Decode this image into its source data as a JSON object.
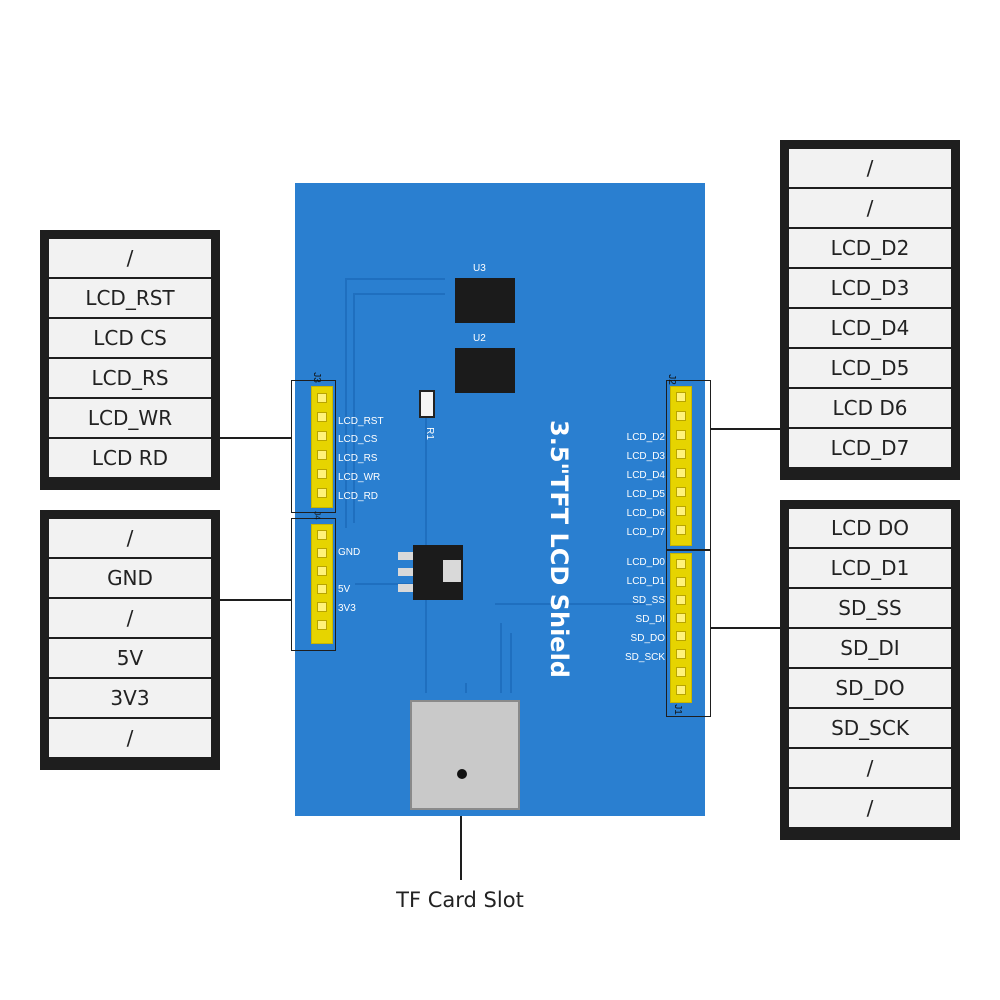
{
  "left_top_box": [
    "/",
    "LCD_RST",
    "LCD CS",
    "LCD_RS",
    "LCD_WR",
    "LCD RD"
  ],
  "left_bottom_box": [
    "/",
    "GND",
    "/",
    "5V",
    "3V3",
    "/"
  ],
  "right_top_box": [
    "/",
    "/",
    "LCD_D2",
    "LCD_D3",
    "LCD_D4",
    "LCD_D5",
    "LCD D6",
    "LCD_D7"
  ],
  "right_bottom_box": [
    "LCD DO",
    "LCD_D1",
    "SD_SS",
    "SD_DI",
    "SD_DO",
    "SD_SCK",
    "/",
    "/"
  ],
  "board": {
    "title": "3.5\"TFT LCD Shield",
    "u3": "U3",
    "u2": "U2",
    "r1": "R1",
    "j3": "J3",
    "j2": "J2",
    "j1": "J1",
    "j4": "J4",
    "j3_labels": [
      "LCD_RST",
      "LCD_CS",
      "LCD_RS",
      "LCD_WR",
      "LCD_RD"
    ],
    "j4_labels": [
      "GND",
      "5V",
      "3V3"
    ],
    "j2_labels": [
      "LCD_D2",
      "LCD_D3",
      "LCD_D4",
      "LCD_D5",
      "LCD_D6",
      "LCD_D7"
    ],
    "j1_labels": [
      "LCD_D0",
      "LCD_D1",
      "SD_SS",
      "SD_DI",
      "SD_DO",
      "SD_SCK"
    ]
  },
  "caption": "TF Card Slot",
  "colors": {
    "board": "#2a7fd0",
    "header": "#e6d400",
    "box": "#1e1e1e",
    "cell": "#f2f2f2"
  }
}
